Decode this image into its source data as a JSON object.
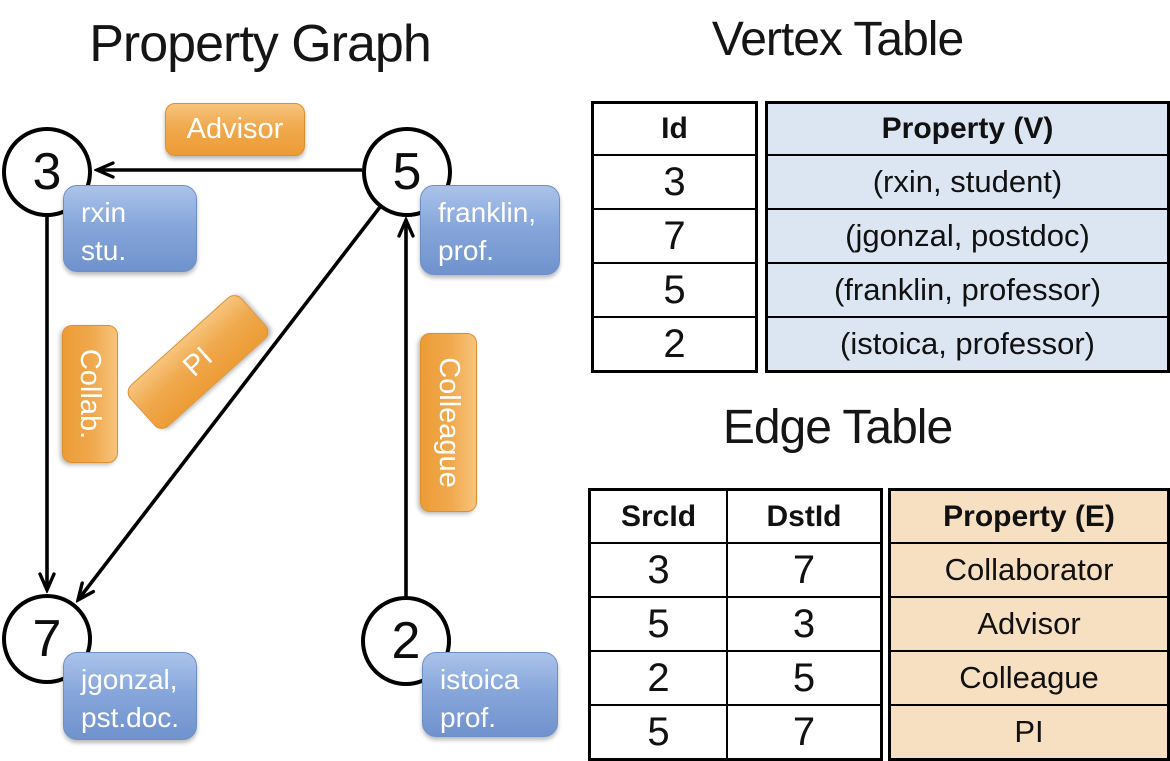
{
  "graph": {
    "title": "Property Graph",
    "nodes": [
      {
        "id": "3",
        "label": "3"
      },
      {
        "id": "5",
        "label": "5"
      },
      {
        "id": "7",
        "label": "7"
      },
      {
        "id": "2",
        "label": "2"
      }
    ],
    "vertex_labels": [
      {
        "name": "rxin",
        "line1": "rxin",
        "line2": "stu."
      },
      {
        "name": "franklin",
        "line1": "franklin,",
        "line2": "prof."
      },
      {
        "name": "jgonzal",
        "line1": "jgonzal,",
        "line2": "pst.doc."
      },
      {
        "name": "istoica",
        "line1": "istoica",
        "line2": "prof."
      }
    ],
    "edge_labels": [
      {
        "name": "advisor",
        "label": "Advisor"
      },
      {
        "name": "collab",
        "label": "Collab."
      },
      {
        "name": "pi",
        "label": "PI"
      },
      {
        "name": "colleague",
        "label": "Colleague"
      }
    ]
  },
  "vertex_table": {
    "title": "Vertex Table",
    "id_header": "Id",
    "property_header": "Property (V)",
    "rows": [
      {
        "id": "3",
        "property": "(rxin, student)"
      },
      {
        "id": "7",
        "property": "(jgonzal, postdoc)"
      },
      {
        "id": "5",
        "property": "(franklin, professor)"
      },
      {
        "id": "2",
        "property": "(istoica, professor)"
      }
    ]
  },
  "edge_table": {
    "title": "Edge Table",
    "src_header": "SrcId",
    "dst_header": "DstId",
    "property_header": "Property (E)",
    "rows": [
      {
        "src": "3",
        "dst": "7",
        "property": "Collaborator"
      },
      {
        "src": "5",
        "dst": "3",
        "property": "Advisor"
      },
      {
        "src": "2",
        "dst": "5",
        "property": "Colleague"
      },
      {
        "src": "5",
        "dst": "7",
        "property": "PI"
      }
    ]
  },
  "colors": {
    "edge_label_orange": "#EFA648",
    "vertex_label_blue": "#8FACDC",
    "vertex_property_bg": "#DCE6F2",
    "edge_property_bg": "#F7DFC2",
    "stroke": "#000000"
  }
}
